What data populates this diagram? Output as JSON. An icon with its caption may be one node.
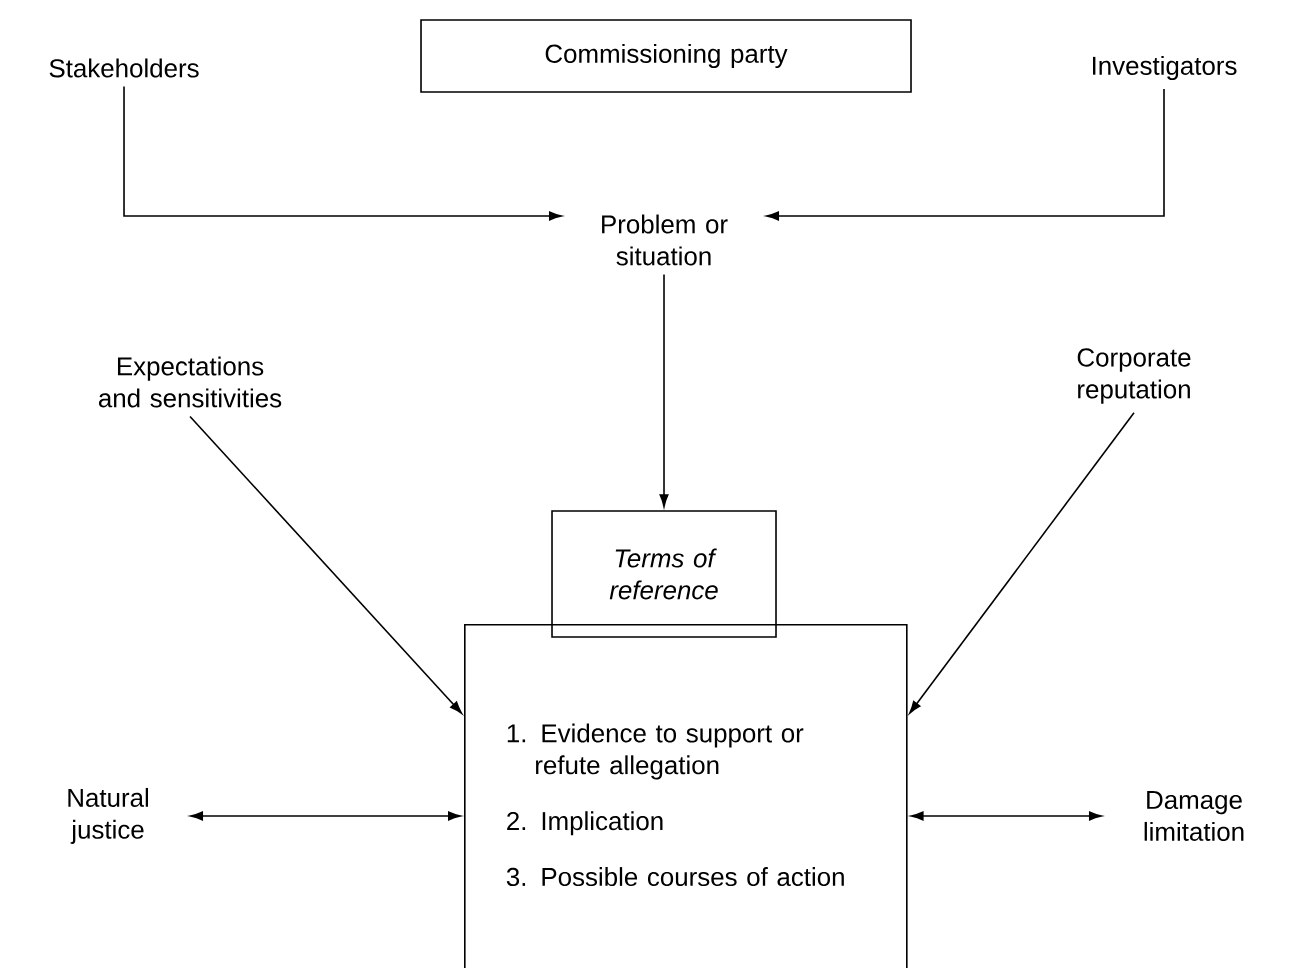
{
  "diagram": {
    "nodes": [
      {
        "text": [
          "Stakeholders"
        ]
      },
      {
        "text": [
          "Commissioning party"
        ]
      },
      {
        "text": [
          "Investigators"
        ]
      },
      {
        "text": [
          "Problem or situation"
        ]
      },
      {
        "text": [
          "Terms of reference"
        ]
      },
      {
        "text": [
          "Expectations and sensitivities"
        ]
      },
      {
        "text": [
          "Corporate reputation"
        ]
      },
      {
        "text": [
          "1. Evidence to support or refute allegation",
          "2. Implication",
          "3. Possible courses of action"
        ]
      },
      {
        "text": [
          "Natural justice"
        ]
      },
      {
        "text": [
          "Damage limitation"
        ]
      }
    ],
    "edges": [
      {
        "from": 0,
        "to": 3,
        "arrow": "to"
      },
      {
        "from": 2,
        "to": 3,
        "arrow": "to"
      },
      {
        "from": 3,
        "to": 4,
        "arrow": "to"
      },
      {
        "from": 5,
        "to": 7,
        "arrow": "to"
      },
      {
        "from": 6,
        "to": 7,
        "arrow": "to"
      },
      {
        "from": 8,
        "to": 7,
        "arrow": "both"
      },
      {
        "from": 9,
        "to": 7,
        "arrow": "both"
      }
    ]
  }
}
